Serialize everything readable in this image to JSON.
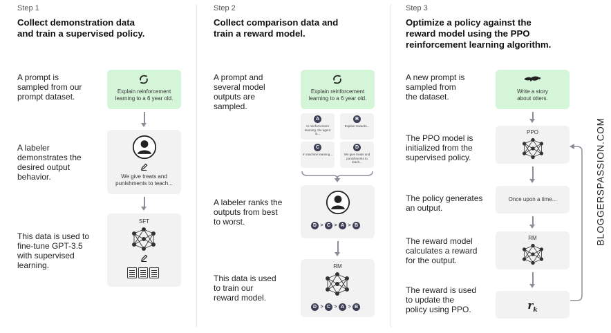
{
  "step1": {
    "label": "Step 1",
    "heading_l1": "Collect demonstration data",
    "heading_l2": "and train a supervised policy.",
    "desc1": [
      "A prompt is",
      "sampled from our",
      "prompt dataset."
    ],
    "prompt_text": [
      "Explain reinforcement",
      "learning to a 6 year old."
    ],
    "desc2": [
      "A labeler",
      "demonstrates the",
      "desired output",
      "behavior."
    ],
    "demo_text": [
      "We give treats and",
      "punishments to teach..."
    ],
    "desc3": [
      "This data is used to",
      "fine-tune GPT-3.5",
      "with supervised",
      "learning."
    ],
    "model_label": "SFT"
  },
  "step2": {
    "label": "Step 2",
    "heading_l1": "Collect comparison data and",
    "heading_l2": "train a reward model.",
    "desc1": [
      "A prompt and",
      "several model",
      "outputs are",
      "sampled."
    ],
    "prompt_text": [
      "Explain reinforcement",
      "learning to a 6 year old."
    ],
    "outputs": [
      {
        "letter": "A",
        "text": "In reinforcement learning, the agent is..."
      },
      {
        "letter": "B",
        "text": "Explain rewards..."
      },
      {
        "letter": "C",
        "text": "In machine learning..."
      },
      {
        "letter": "D",
        "text": "We give treats and punishments to teach..."
      }
    ],
    "desc2": [
      "A labeler ranks the",
      "outputs from best",
      "to worst."
    ],
    "ranking": [
      "D",
      "C",
      "A",
      "B"
    ],
    "desc3": [
      "This data is used",
      "to train our",
      "reward model."
    ],
    "model_label": "RM"
  },
  "step3": {
    "label": "Step 3",
    "heading_l1": "Optimize a policy against the",
    "heading_l2": "reward model using the PPO",
    "heading_l3": "reinforcement learning algorithm.",
    "desc1": [
      "A new prompt is",
      "sampled from",
      "the dataset."
    ],
    "prompt_text": [
      "Write a story",
      "about otters."
    ],
    "desc2": [
      "The PPO model is",
      "initialized from the",
      "supervised policy."
    ],
    "ppo_label": "PPO",
    "desc3": [
      "The policy generates",
      "an output."
    ],
    "output_text": "Once upon a time...",
    "desc4": [
      "The reward model",
      "calculates a reward",
      "for the output."
    ],
    "rm_label": "RM",
    "desc5": [
      "The reward is used",
      "to update the",
      "policy using PPO."
    ],
    "reward_symbol": "r",
    "reward_subscript": "k"
  },
  "watermark": "BLOGGERSPASSION.COM",
  "colors": {
    "prompt_box": "#d5f5d9",
    "box": "#f2f2f2",
    "node": "#3c3f55",
    "arrow": "#8d8d99"
  }
}
